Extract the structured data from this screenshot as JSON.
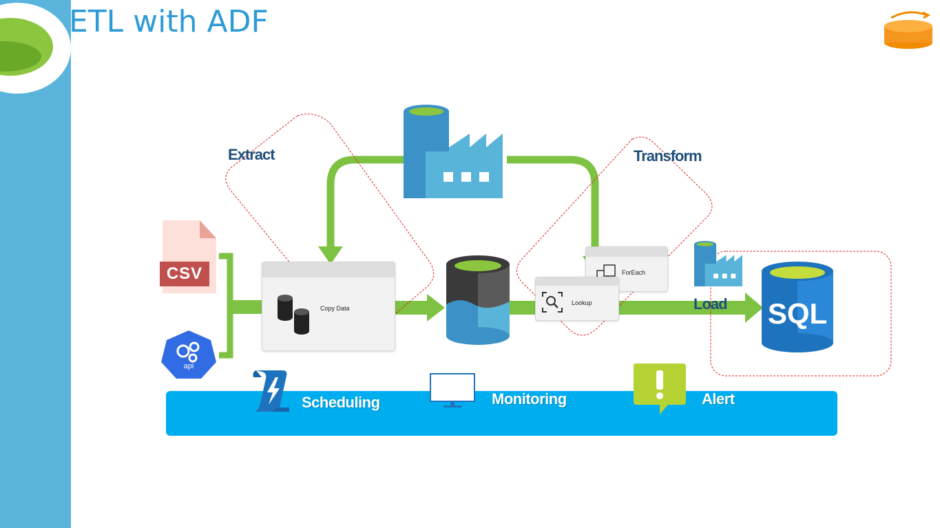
{
  "slide": {
    "title": "ETL with ADF"
  },
  "phases": {
    "extract": "Extract",
    "transform": "Transform",
    "load": "Load"
  },
  "activities": {
    "copy_data": "Copy Data",
    "lookup": "Lookup",
    "foreach": "ForEach"
  },
  "sources": {
    "csv": "CSV",
    "api": "api"
  },
  "destination": {
    "sql": "SQL"
  },
  "ops_bar": {
    "scheduling": "Scheduling",
    "monitoring": "Monitoring",
    "alert": "Alert"
  },
  "colors": {
    "title_blue": "#2e9bd6",
    "left_bar_blue": "#5ab4dc",
    "arrow_green": "#7dc242",
    "ops_bar_blue": "#00aeef",
    "label_navy": "#1f4e79",
    "dashed_red": "#e02020",
    "csv_red": "#c0504d",
    "sql_blue": "#1e73be",
    "alert_green": "#b5d334"
  },
  "icons": [
    "factory-icon",
    "data-lake-icon",
    "csv-file-icon",
    "api-icon",
    "database-icon",
    "search-icon",
    "foreach-icon",
    "sql-database-icon",
    "schedule-icon",
    "monitor-icon",
    "alert-icon",
    "logo-icon"
  ]
}
